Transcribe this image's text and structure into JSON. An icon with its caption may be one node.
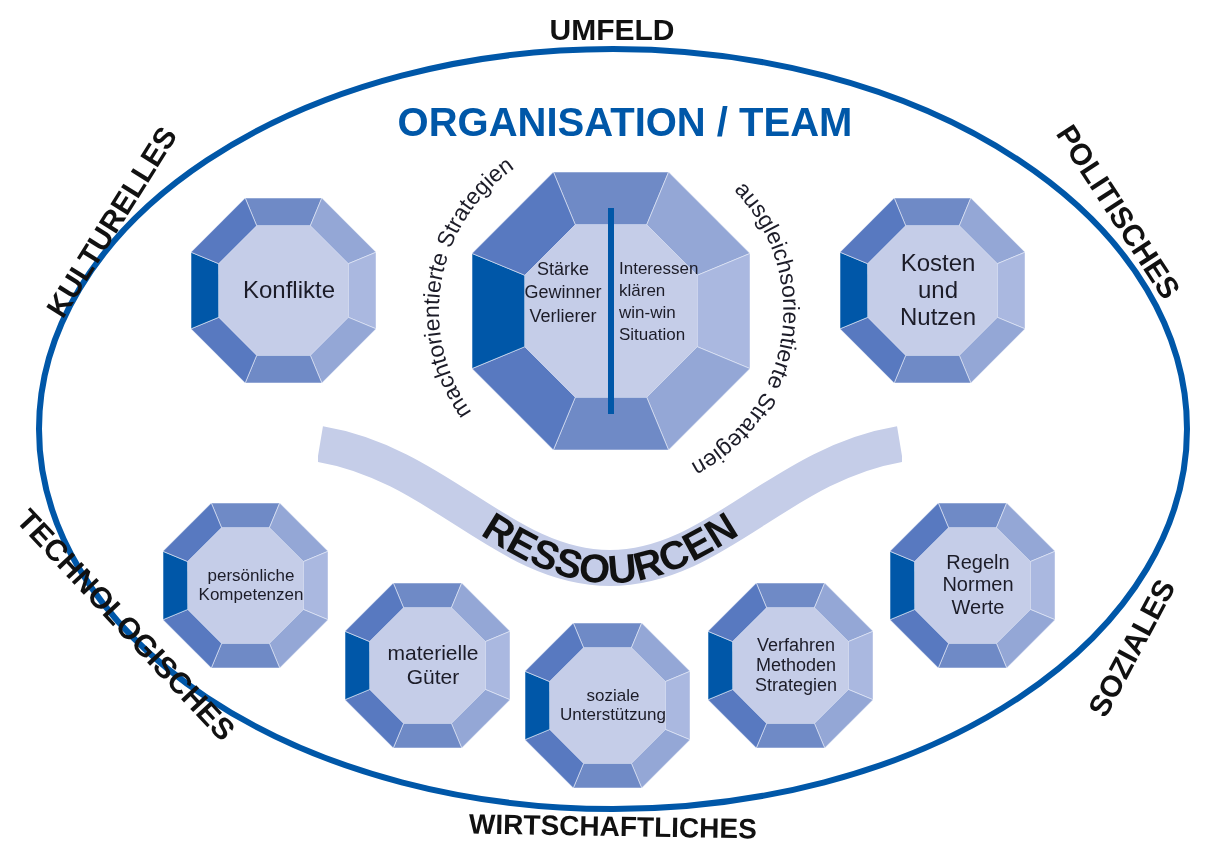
{
  "diagram": {
    "nodes": [
      {
        "text": [
          "ORGANISATION / TEAM"
        ]
      },
      {
        "text": [
          "Konflikte"
        ],
        "in": 0
      },
      {
        "text": [
          "Stärke Gewinner Verlierer",
          "Interessen klären win-win Situation",
          "machtorientierte Strategien",
          "ausgleichsorientierte Strategien"
        ],
        "in": 0
      },
      {
        "text": [
          "Kosten und Nutzen"
        ],
        "in": 0
      },
      {
        "text": [
          "RESSOURCEN"
        ],
        "in": 0
      },
      {
        "text": [
          "persönliche Kompetenzen"
        ],
        "in": 0
      },
      {
        "text": [
          "materielle Güter"
        ],
        "in": 0
      },
      {
        "text": [
          "soziale Unterstützung"
        ],
        "in": 0
      },
      {
        "text": [
          "Verfahren Methoden Strategien"
        ],
        "in": 0
      },
      {
        "text": [
          "Regeln Normen Werte"
        ],
        "in": 0
      }
    ],
    "labels": [
      "UMFELD",
      "KULTURELLES",
      "POLITISCHES",
      "TECHNOLOGISCHES",
      "SOZIALES",
      "WIRTSCHAFTLICHES"
    ]
  }
}
